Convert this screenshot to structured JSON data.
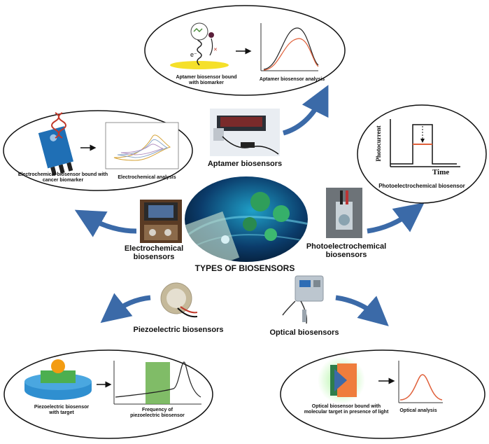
{
  "center": {
    "title": "TYPES OF BIOSENSORS"
  },
  "aptamer": {
    "label": "Aptamer biosensors",
    "caption_left_line1": "Aptamer biosensor bound",
    "caption_left_line2": "with biomarker",
    "caption_right": "Aptamer biosensor analysis",
    "electron_label": "e⁻"
  },
  "electrochemical": {
    "label": "Electrochemical biosensors",
    "caption_left_line1": "Electrochemical biosensor bound with",
    "caption_left_line2": "cancer biomarker",
    "caption_right": "Electrochemical analysis"
  },
  "photoelectrochemical": {
    "label_line1": "Photoelectrochemical",
    "label_line2": "biosensors",
    "caption": "Photoelectrochemical biosensor",
    "y_axis": "Photocurrent",
    "x_axis": "Time"
  },
  "piezoelectric": {
    "label": "Piezoelectric biosensors",
    "caption_left_line1": "Piezoelectric biosensor",
    "caption_left_line2": "with target",
    "caption_right_line1": "Frequency of",
    "caption_right_line2": "piezoelectric biosensor"
  },
  "optical": {
    "label": "Optical biosensors",
    "caption_left_line1": "Optical biosensor bound with",
    "caption_left_line2": "molecular target in presence of light",
    "caption_right": "Optical analysis"
  },
  "colors": {
    "arrow": "#3b6aa8",
    "accent_orange": "#e0603a",
    "sensor_blue": "#2f8fd0",
    "optical_green": "#48c24a"
  }
}
